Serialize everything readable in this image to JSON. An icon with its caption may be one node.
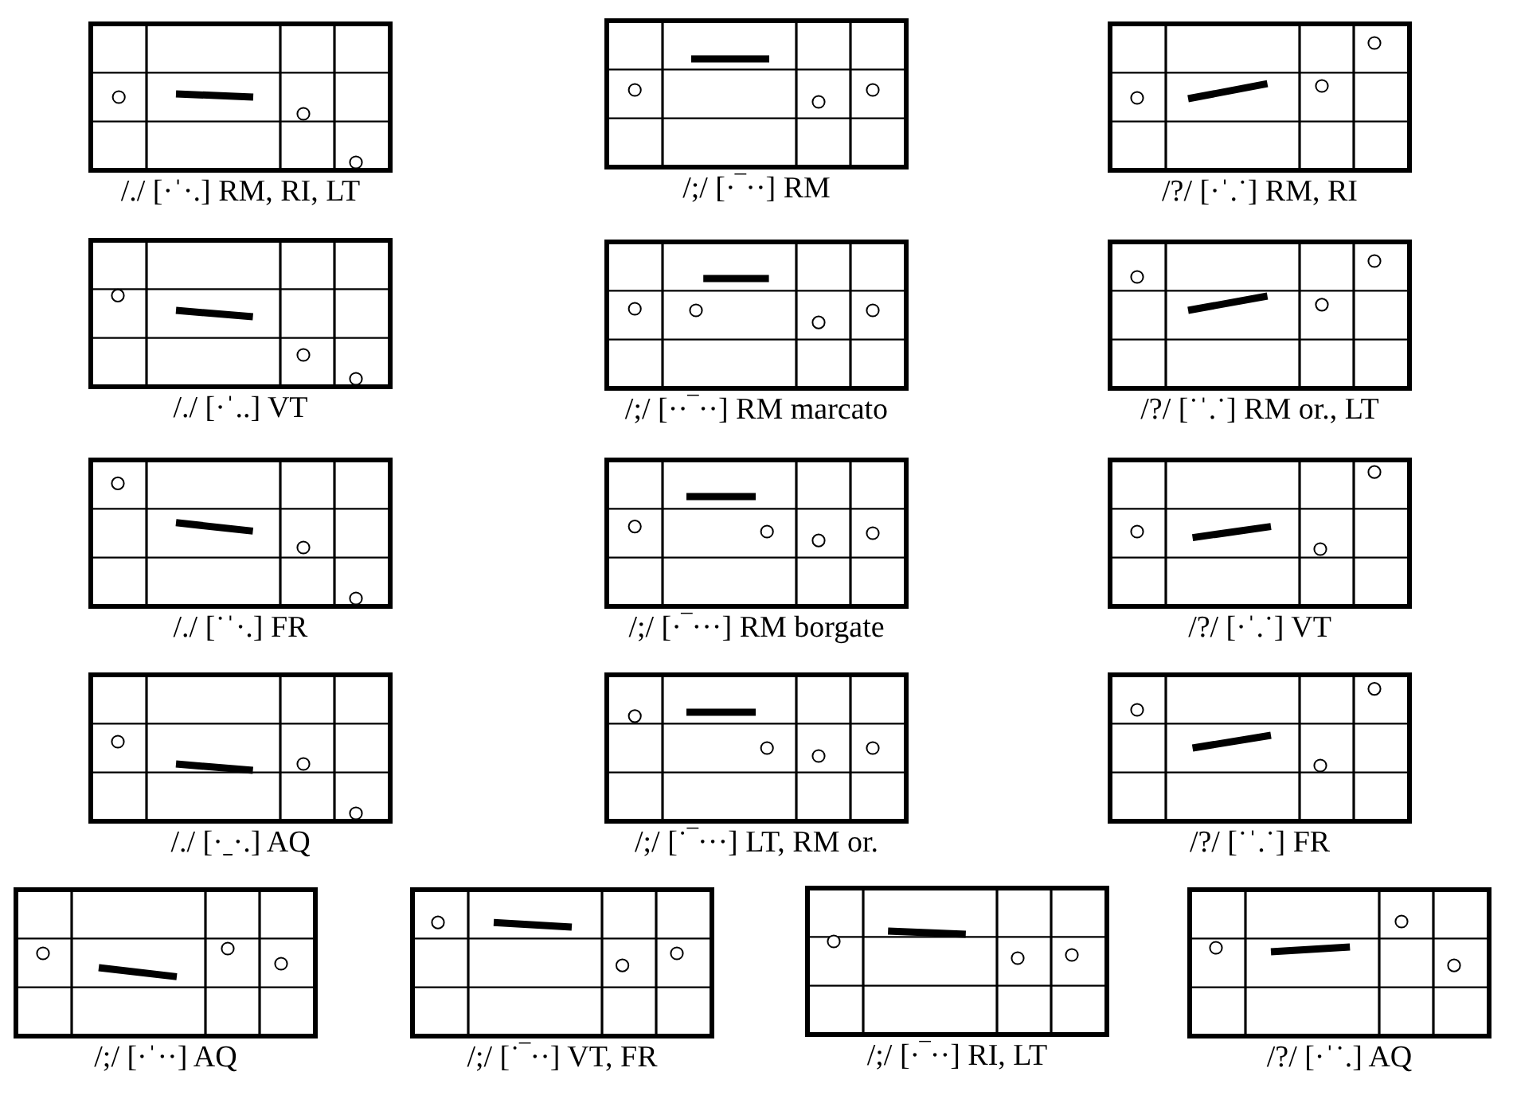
{
  "diagram": {
    "labels": [
      "/./ [·ˈ·.] RM, RI, LT",
      "/;/ [·‾··] RM",
      "/?/ [·ˈ.˙] RM, RI",
      "/./ [·ˈ..] VT",
      "/;/ [··‾··] RM marcato",
      "/?/ [˙ˈ.˙] RM or., LT",
      "/./ [˙ˈ·.] FR",
      "/;/ [·‾···] RM borgate",
      "/?/ [·ˈ.˙] VT",
      "/./ [·ˍ·.] AQ",
      "/;/ [˙‾···] LT, RM or.",
      "/?/ [˙ˈ.˙] FR",
      "/;/ [·ˈ··] AQ",
      "/;/ [˙‾··] VT, FR",
      "/;/ [·‾··] RI, LT",
      "/?/ [·ˈ˙.] AQ"
    ]
  }
}
